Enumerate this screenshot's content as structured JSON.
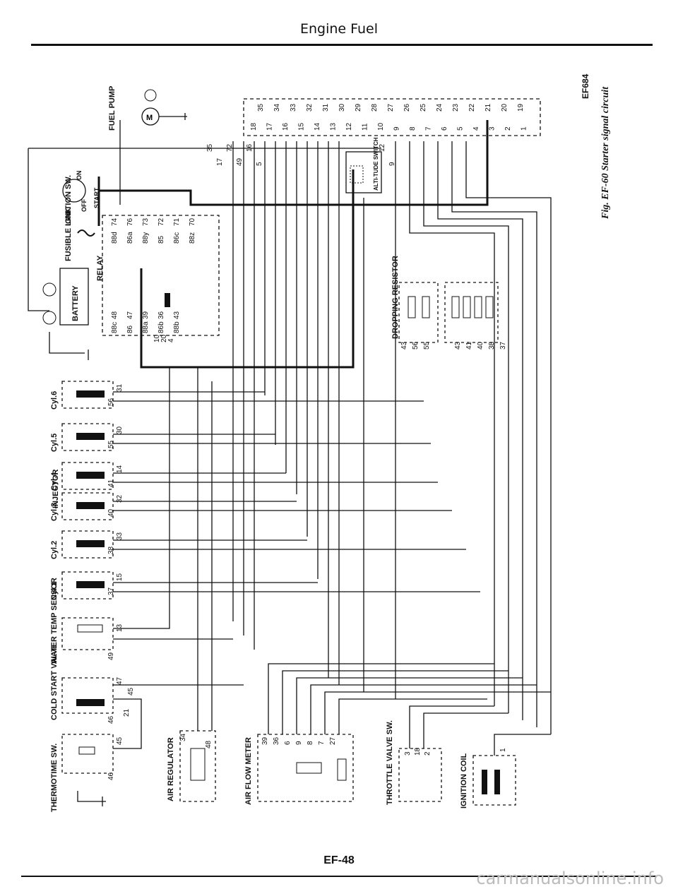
{
  "header": {
    "title": "Engine Fuel"
  },
  "figure": {
    "code": "EF684",
    "caption": "Fig. EF-60 Starter signal circuit"
  },
  "footer": {
    "page": "EF-48",
    "watermark": "carmanualsonline.info"
  },
  "components": {
    "fuel_pump": "FUEL PUMP",
    "ignition_sw": "IGNITION SW.",
    "ign_off": "OFF",
    "ign_on": "ON",
    "ign_start": "START",
    "fusible_link": "FUSIBLE LINK",
    "battery": "BATTERY",
    "relay": "RELAY",
    "dropping_resistor": "DROPPING RESISTOR",
    "alti_switch": "ALTI-TUDE SWITCH",
    "injector": "INJECTOR",
    "cyl6": "Cyl.6",
    "cyl5": "Cyl.5",
    "cyl4": "Cyl.4",
    "cyl3": "Cyl.3",
    "cyl2": "Cyl.2",
    "cyl1": "Cyl.1",
    "water_temp": "WATER TEMP SENSOR",
    "cold_start": "COLD START VALVE",
    "thermotime": "THERMOTIME SW.",
    "air_regulator": "AIR REGULATOR",
    "air_flow": "AIR FLOW METER",
    "throttle": "THROTTLE VALVE SW.",
    "ign_coil": "IGNITION COIL"
  },
  "connector": {
    "top_row": [
      "35",
      "34",
      "33",
      "32",
      "31",
      "30",
      "29",
      "28",
      "27",
      "26",
      "25",
      "24",
      "23",
      "22",
      "21",
      "20",
      "19"
    ],
    "bottom_row": [
      "18",
      "17",
      "16",
      "15",
      "14",
      "13",
      "12",
      "11",
      "10",
      "9",
      "8",
      "7",
      "6",
      "5",
      "4",
      "3",
      "2",
      "1"
    ]
  },
  "relay_pins": [
    "88d",
    "74",
    "86a",
    "76",
    "88y",
    "73",
    "85",
    "72",
    "86c",
    "71",
    "88z",
    "70",
    "88c",
    "48",
    "86",
    "47",
    "88a",
    "39",
    "86b",
    "36",
    "88b",
    "43"
  ],
  "injector_pins": {
    "cyl6": [
      "31",
      "56"
    ],
    "cyl5": [
      "30",
      "55"
    ],
    "cyl4": [
      "14",
      "41"
    ],
    "cyl3": [
      "32",
      "40"
    ],
    "cyl2": [
      "33",
      "38"
    ],
    "cyl1": [
      "15",
      "37"
    ]
  },
  "misc_pins": {
    "water_temp": [
      "13",
      "49"
    ],
    "cold_start": [
      "47",
      "45",
      "46",
      "21"
    ],
    "thermotime": [
      "45",
      "46"
    ],
    "air_regulator": [
      "34",
      "48"
    ],
    "air_flow": [
      "39",
      "36",
      "6",
      "9",
      "8",
      "7",
      "27"
    ],
    "throttle": [
      "3",
      "18",
      "2"
    ],
    "ign_coil": [
      "1"
    ],
    "dropping": [
      "43",
      "56",
      "55",
      "43",
      "41",
      "40",
      "38",
      "37"
    ],
    "junction": [
      "35",
      "17",
      "72",
      "49",
      "16",
      "5",
      "12",
      "9"
    ],
    "relay_extra": [
      "10",
      "20",
      "4"
    ]
  }
}
